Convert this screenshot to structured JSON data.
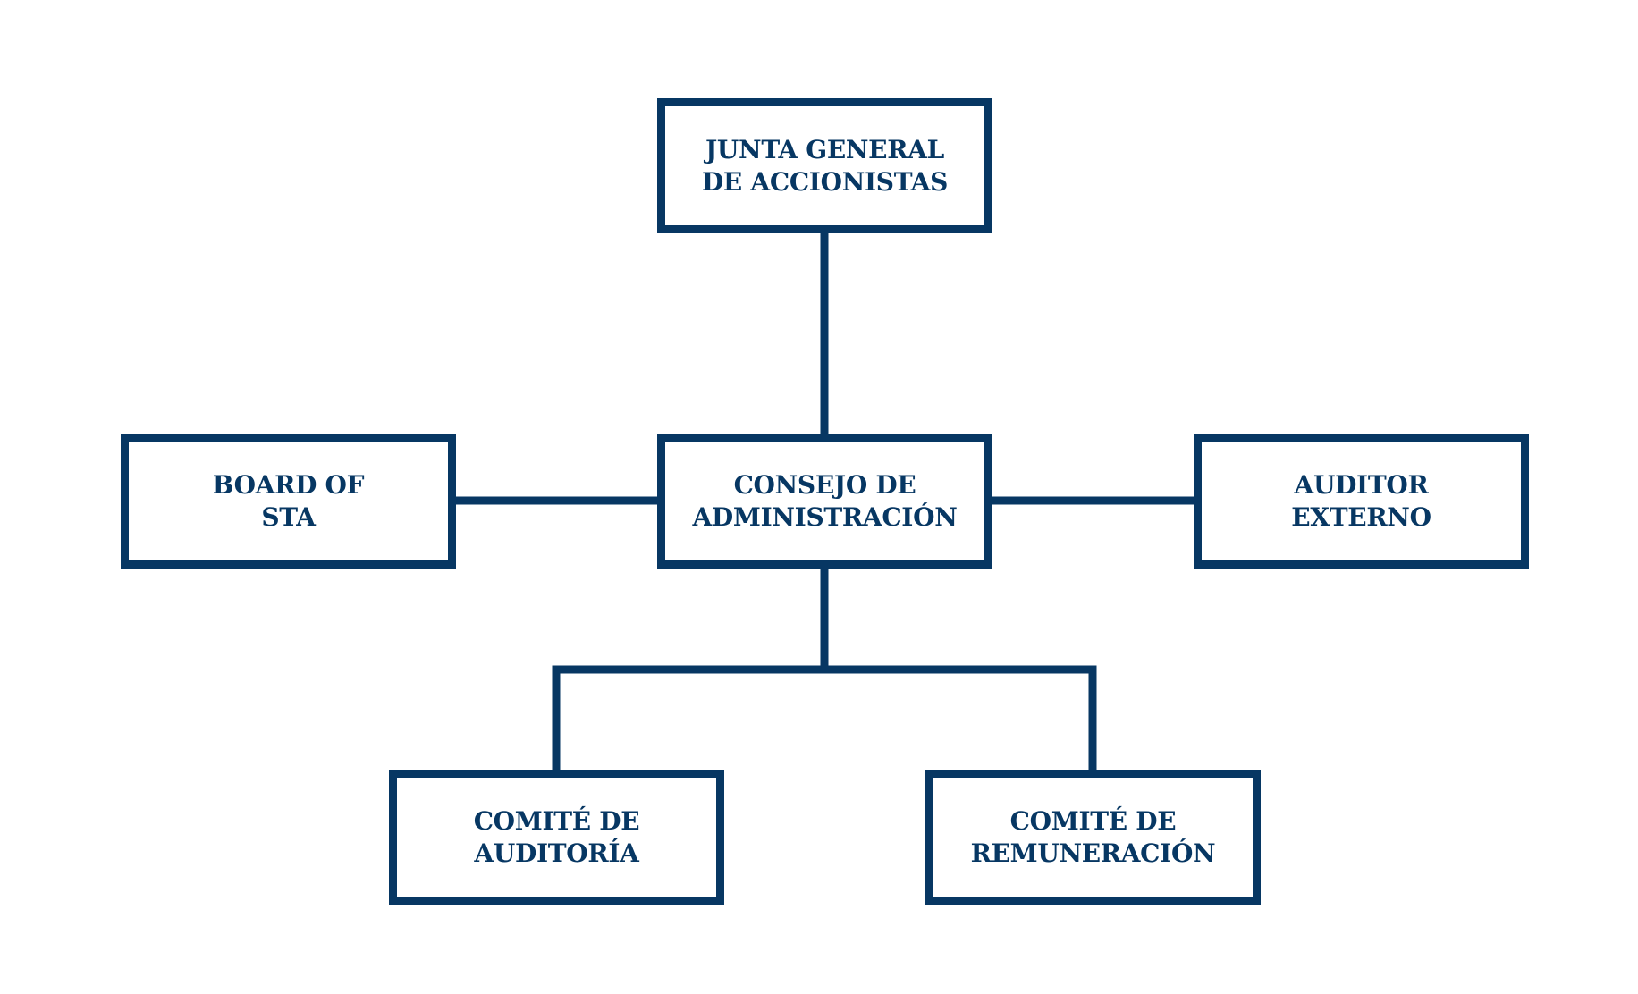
{
  "diagram": {
    "colors": {
      "stroke": "#073763",
      "text": "#073763",
      "background": "#ffffff"
    },
    "nodes": {
      "junta": {
        "lines": [
          "JUNTA GENERAL",
          "DE ACCIONISTAS"
        ]
      },
      "board": {
        "lines": [
          "BOARD OF",
          "STA"
        ]
      },
      "consejo": {
        "lines": [
          "CONSEJO DE",
          "ADMINISTRACIÓN"
        ]
      },
      "auditor_externo": {
        "lines": [
          "AUDITOR",
          "EXTERNO"
        ]
      },
      "comite_auditoria": {
        "lines": [
          "COMITÉ DE",
          "AUDITORÍA"
        ]
      },
      "comite_remuneracion": {
        "lines": [
          "COMITÉ DE",
          "REMUNERACIÓN"
        ]
      }
    },
    "edges": [
      {
        "from": "junta",
        "to": "consejo"
      },
      {
        "from": "board",
        "to": "consejo"
      },
      {
        "from": "consejo",
        "to": "auditor_externo"
      },
      {
        "from": "consejo",
        "to": "comite_auditoria"
      },
      {
        "from": "consejo",
        "to": "comite_remuneracion"
      }
    ]
  }
}
